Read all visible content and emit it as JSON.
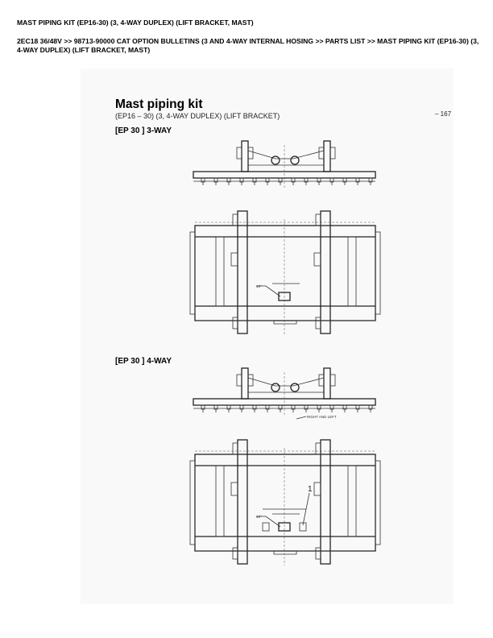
{
  "header": {
    "title": "MAST PIPING KIT (EP16-30) (3, 4-WAY DUPLEX) (LIFT BRACKET, MAST)",
    "breadcrumb": "2EC18 36/48V >> 98713-90000 CAT OPTION BULLETINS (3 AND 4-WAY INTERNAL HOSING >> PARTS LIST >> MAST PIPING KIT (EP16-30) (3, 4-WAY DUPLEX) (LIFT BRACKET, MAST)"
  },
  "document": {
    "title": "Mast piping kit",
    "subtitle": "(EP16 – 30)  (3, 4-WAY DUPLEX) (LIFT BRACKET)",
    "page_number": "– 167",
    "sections": [
      {
        "label": "[EP 30 ] 3-WAY",
        "angle_label": "40°"
      },
      {
        "label": "[EP 30 ] 4-WAY",
        "angle_label": "40°",
        "note": "RIGHT AND LEFT",
        "callout": "1"
      }
    ]
  }
}
